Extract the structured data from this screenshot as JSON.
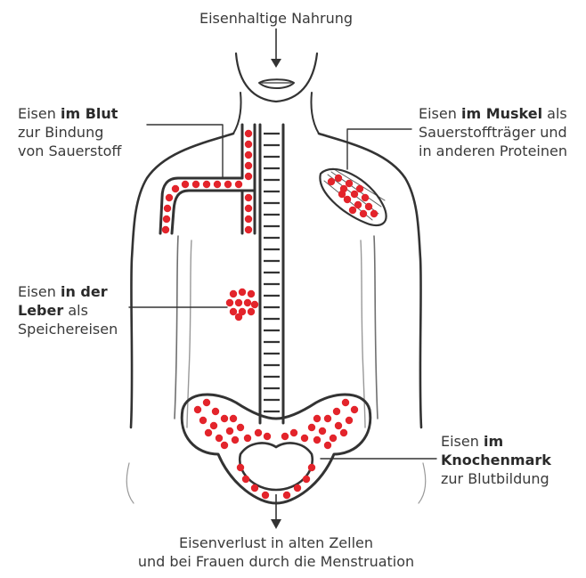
{
  "colors": {
    "outline": "#333333",
    "iron": "#e3242b",
    "text": "#3a3a3a",
    "background": "#ffffff"
  },
  "labels": {
    "intake": "Eisenhaltige Nahrung",
    "blood": {
      "prefix": "Eisen ",
      "bold": "im Blut",
      "line2": "zur Bindung",
      "line3": "von Sauerstoff"
    },
    "muscle": {
      "prefix": "Eisen ",
      "bold": "im Muskel",
      "suffix": " als",
      "line2": "Sauerstoffträger und",
      "line3": "in anderen Proteinen"
    },
    "liver": {
      "prefix": "Eisen ",
      "bold1": "in der",
      "bold2": "Leber",
      "suffix": " als",
      "line3": "Speichereisen"
    },
    "marrow": {
      "prefix": "Eisen ",
      "bold1": "im",
      "bold2": "Knochenmark",
      "line3": "zur Blutbildung"
    },
    "loss": {
      "line1": "Eisenverlust in alten Zellen",
      "line2": "und bei Frauen durch die Menstruation"
    }
  },
  "icons": [
    "arrow-down-icon"
  ]
}
